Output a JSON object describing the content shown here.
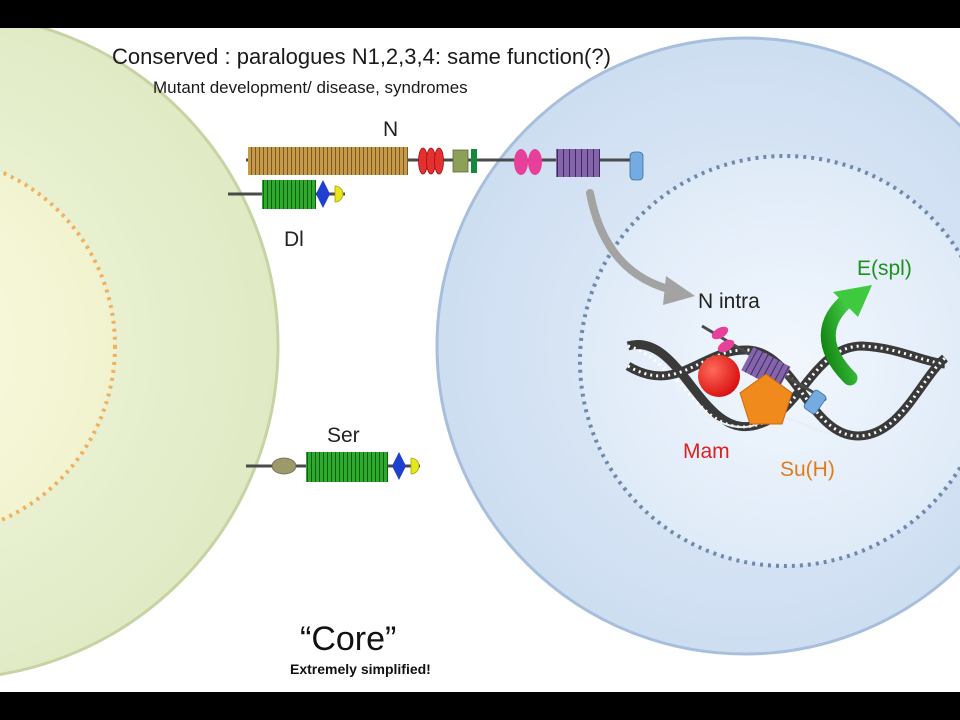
{
  "title": "Conserved : paralogues N1,2,3,4: same function(?)",
  "subtitle": "Mutant development/ disease, syndromes",
  "labels": {
    "notch": "N",
    "delta": "Dl",
    "serrate": "Ser",
    "notch_intra": "N intra",
    "target_gene": "E(spl)",
    "mastermind": "Mam",
    "suppressor_hairless": "Su(H)"
  },
  "footer": {
    "core": "“Core”",
    "note": "Extremely simplified!"
  },
  "colors": {
    "signal_cell": "#e3eec9",
    "receiving_cell": "#d3e3f4",
    "egf_repeats": "#b88a3a",
    "dsl_repeats": "#2e9e2e",
    "lnr": "#e02a2a",
    "ankyrin": "#7b5ea0",
    "pest": "#6fa6dc",
    "ram": "#e6409a",
    "mam": "#ee1c1c",
    "suh": "#f08a1c",
    "espl_arrow": "#2bb02b",
    "translocation_arrow": "#9a9a9a"
  }
}
